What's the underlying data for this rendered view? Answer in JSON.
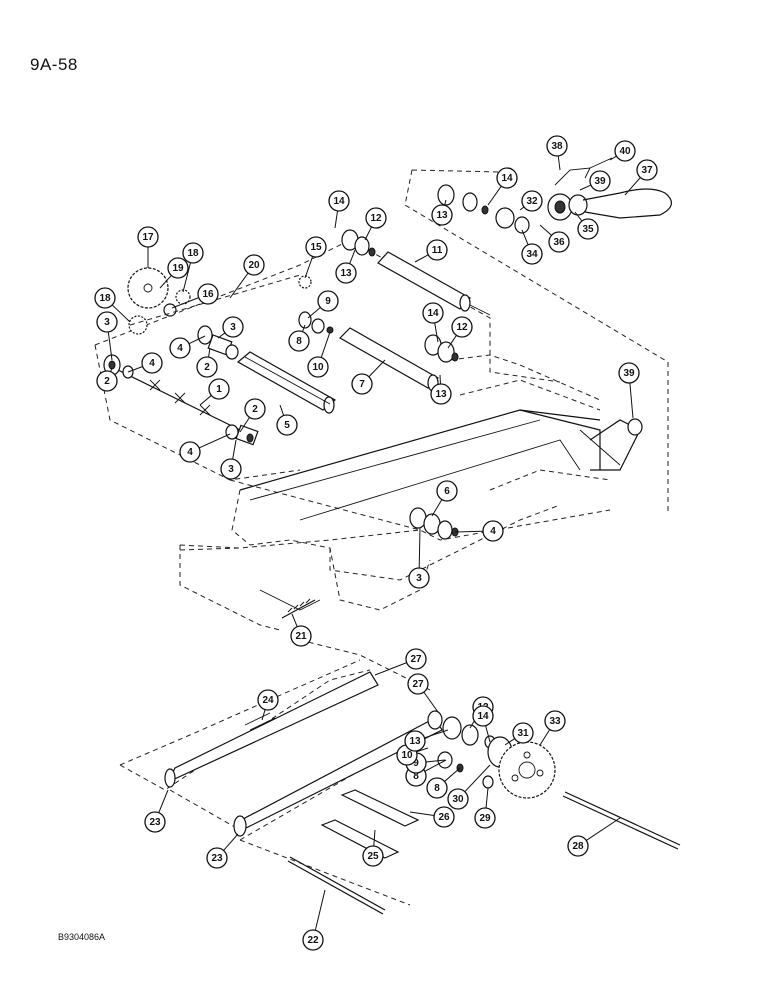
{
  "page_number": "9A-58",
  "figure_code": "B9304086A",
  "callouts": [
    "1",
    "2",
    "2",
    "2",
    "3",
    "3",
    "3",
    "3",
    "4",
    "4",
    "4",
    "4",
    "5",
    "6",
    "7",
    "8",
    "8",
    "8",
    "9",
    "9",
    "10",
    "10",
    "11",
    "12",
    "12",
    "12",
    "13",
    "13",
    "13",
    "13",
    "14",
    "14",
    "14",
    "14",
    "15",
    "16",
    "17",
    "18",
    "18",
    "19",
    "20",
    "21",
    "22",
    "23",
    "23",
    "24",
    "25",
    "26",
    "27",
    "27",
    "28",
    "29",
    "30",
    "31",
    "32",
    "33",
    "34",
    "35",
    "36",
    "37",
    "38",
    "39",
    "39",
    "40"
  ]
}
